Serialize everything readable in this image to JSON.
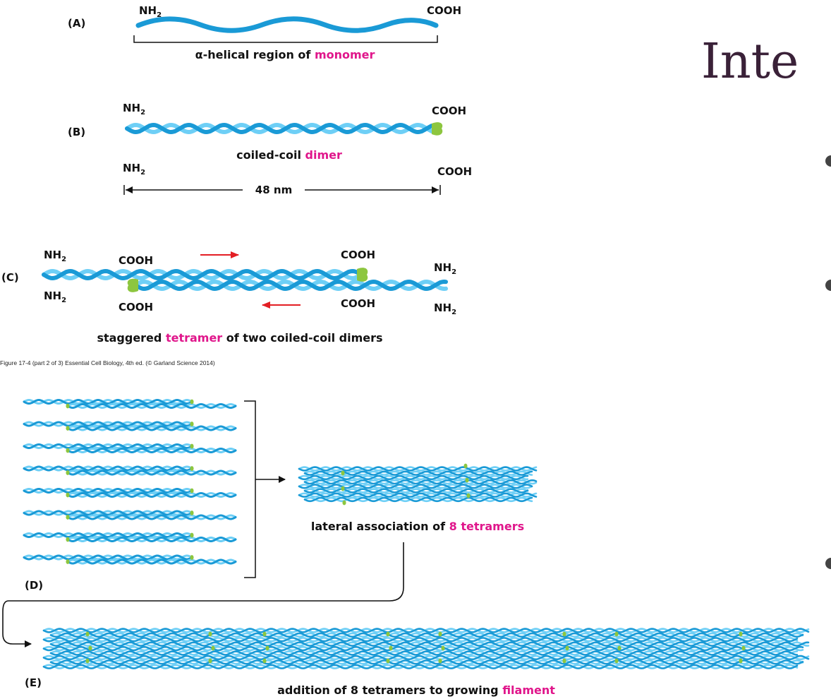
{
  "slide": {
    "title_fragment": "Inte",
    "bullet_count": 3
  },
  "figure": {
    "panels": {
      "A": {
        "tag": "(A)",
        "left_end": "NH",
        "right_end": "COOH",
        "caption_pre": "α-helical region of ",
        "caption_hl": "monomer"
      },
      "B": {
        "tag": "(B)",
        "left_end": "NH",
        "right_end": "COOH",
        "caption_pre": "coiled-coil ",
        "caption_hl": "dimer",
        "scale_left": "NH",
        "scale_right": "COOH",
        "scale_value": "48 nm"
      },
      "C": {
        "tag": "(C)",
        "nh_top_left": "NH",
        "nh_bottom_left": "NH",
        "cooh_top_1": "COOH",
        "cooh_top_2": "COOH",
        "cooh_bottom_1": "COOH",
        "cooh_bottom_2": "COOH",
        "nh_top_right": "NH",
        "nh_bottom_right": "NH",
        "caption_pre": "staggered ",
        "caption_hl": "tetramer",
        "caption_post": " of two coiled-coil dimers"
      },
      "D": {
        "tag": "(D)",
        "caption_pre": "lateral association of ",
        "caption_hl": "8 tetramers"
      },
      "E": {
        "tag": "(E)",
        "caption_pre": "addition of 8 tetramers to growing ",
        "caption_hl": "filament"
      }
    },
    "subscript": "2",
    "credit": "Figure 17-4 (part 2 of 3)  Essential Cell Biology, 4th ed. (© Garland Science 2014)",
    "colors": {
      "strand_dark": "#1a9ad6",
      "strand_light": "#6ecff6",
      "head_green": "#8dc63f",
      "arrow_red": "#e31e24",
      "highlight": "#e0168b",
      "title": "#3a2138"
    }
  }
}
